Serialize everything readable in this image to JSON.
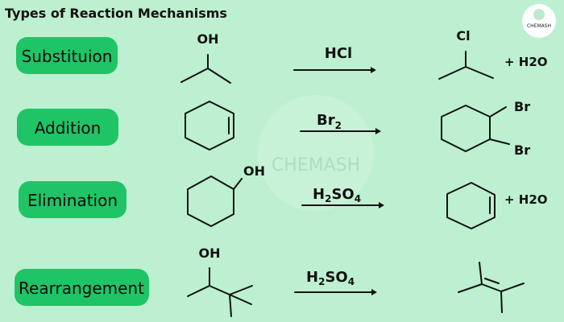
{
  "title": "Types of Reaction Mechanisms",
  "logo": {
    "text": "CHEMASH"
  },
  "watermark": "CHEMASH",
  "colors": {
    "background": "#bcf0d0",
    "button": "#1fc466",
    "text": "#111111"
  },
  "reactions": [
    {
      "label": "Substituion",
      "reactant_group": "OH",
      "reagent": "HCl",
      "product_group": "Cl",
      "byproduct": "+  H2O"
    },
    {
      "label": "Addition",
      "reagent_main": "Br",
      "reagent_sub": "2",
      "product_groups": [
        "Br",
        "Br"
      ]
    },
    {
      "label": "Elimination",
      "reactant_group": "OH",
      "reagent_parts": [
        "H",
        "2",
        "SO",
        "4"
      ],
      "byproduct": "+  H2O"
    },
    {
      "label": "Rearrangement",
      "reactant_group": "OH",
      "reagent_parts": [
        "H",
        "2",
        "SO",
        "4"
      ]
    }
  ]
}
